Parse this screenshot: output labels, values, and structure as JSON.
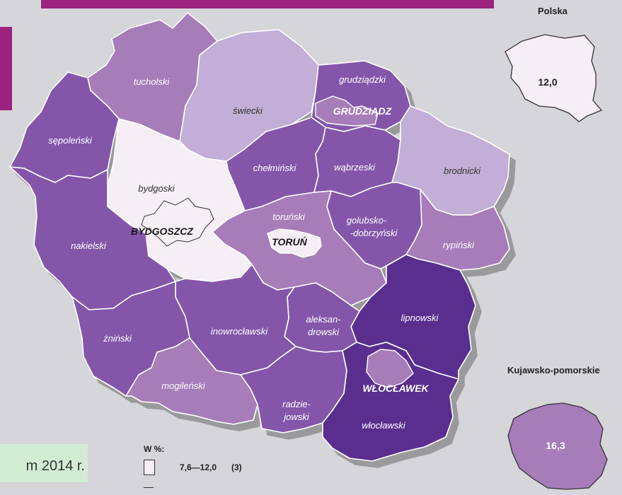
{
  "map": {
    "regions": [
      {
        "id": "tucholski",
        "label": "tucholski",
        "fill": "#a67cb9"
      },
      {
        "id": "swiecki",
        "label": "świecki",
        "fill": "#c2aed6"
      },
      {
        "id": "grudziadzki",
        "label": "grudziądzki",
        "fill": "#8456aa"
      },
      {
        "id": "sepolenski",
        "label": "sępoleński",
        "fill": "#8456aa"
      },
      {
        "id": "chelminski",
        "label": "chełmiński",
        "fill": "#8456aa"
      },
      {
        "id": "wabrzeski",
        "label": "wąbrzeski",
        "fill": "#8456aa"
      },
      {
        "id": "brodnicki",
        "label": "brodnicki",
        "fill": "#c2aed6"
      },
      {
        "id": "bydgoski",
        "label": "bydgoski",
        "fill": "#f5eef5"
      },
      {
        "id": "nakielski",
        "label": "nakielski",
        "fill": "#8456aa"
      },
      {
        "id": "torunski",
        "label": "toruński",
        "fill": "#a67cb9"
      },
      {
        "id": "golubsko",
        "label_line1": "golubsko-",
        "label_line2": "-dobrzyński",
        "fill": "#8456aa"
      },
      {
        "id": "rypinski",
        "label": "rypiński",
        "fill": "#a67cb9"
      },
      {
        "id": "lipnowski",
        "label": "lipnowski",
        "fill": "#5a2e8e"
      },
      {
        "id": "aleksandrowski",
        "label_line1": "aleksan-",
        "label_line2": "drowski",
        "fill": "#8456aa"
      },
      {
        "id": "inowroclawski",
        "label": "inowrocławski",
        "fill": "#8456aa"
      },
      {
        "id": "zninski",
        "label": "żniński",
        "fill": "#8456aa"
      },
      {
        "id": "mogilenski",
        "label": "mogileński",
        "fill": "#a67cb9"
      },
      {
        "id": "radziejowski",
        "label_line1": "radzie-",
        "label_line2": "jowski",
        "fill": "#8456aa"
      },
      {
        "id": "wloclawski",
        "label": "włocławski",
        "fill": "#5a2e8e"
      }
    ],
    "cities": [
      {
        "id": "grudziadz",
        "label": "GRUDZIĄDZ",
        "fill": "#a67cb9"
      },
      {
        "id": "bydgoszcz",
        "label": "BYDGOSZCZ",
        "fill": "#f5eef5"
      },
      {
        "id": "torun",
        "label": "TORUŃ",
        "fill": "#f5eef5"
      },
      {
        "id": "wloclawek",
        "label": "WŁOCŁAWEK",
        "fill": "#a67cb9"
      }
    ]
  },
  "insets": {
    "polska": {
      "title": "Polska",
      "value": "12,0",
      "fill": "#f5eef5"
    },
    "kujawsko": {
      "title": "Kujawsko-pomorskie",
      "value": "16,3",
      "fill": "#a67cb9"
    }
  },
  "footer": {
    "text": "m 2014 r."
  },
  "legend": {
    "title": "W %:",
    "items": [
      {
        "range": "7,6—12,0",
        "count": "(3)",
        "fill": "#f5eef5"
      }
    ]
  },
  "colors": {
    "accent": "#9b2380",
    "background": "#d6d5d9",
    "shadow": "#9a999c",
    "footer_bg": "#d2ecd4"
  }
}
